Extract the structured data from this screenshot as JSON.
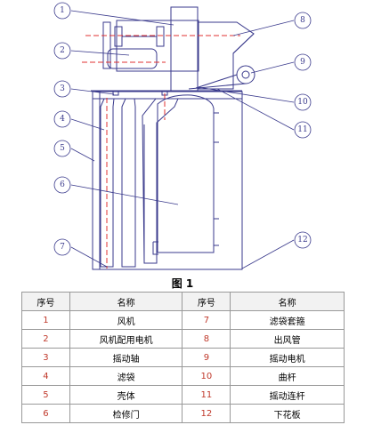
{
  "figure": {
    "caption": "图 1",
    "callout_numbers": [
      "1",
      "2",
      "3",
      "4",
      "5",
      "6",
      "7",
      "8",
      "9",
      "10",
      "11",
      "12"
    ]
  },
  "table": {
    "headers": [
      "序号",
      "名称",
      "序号",
      "名称"
    ],
    "rows": [
      {
        "num_a": "1",
        "name_a": "风机",
        "num_b": "7",
        "name_b": "滤袋套箍"
      },
      {
        "num_a": "2",
        "name_a": "风机配用电机",
        "num_b": "8",
        "name_b": "出风管"
      },
      {
        "num_a": "3",
        "name_a": "摇动轴",
        "num_b": "9",
        "name_b": "摇动电机"
      },
      {
        "num_a": "4",
        "name_a": "滤袋",
        "num_b": "10",
        "name_b": "曲杆"
      },
      {
        "num_a": "5",
        "name_a": "壳体",
        "num_b": "11",
        "name_b": "摇动连杆"
      },
      {
        "num_a": "6",
        "name_a": "检修门",
        "num_b": "12",
        "name_b": "下花板"
      }
    ]
  },
  "colors": {
    "line": "#3a3a8c",
    "centerline": "#e03030",
    "index_text": "#c0392b"
  }
}
